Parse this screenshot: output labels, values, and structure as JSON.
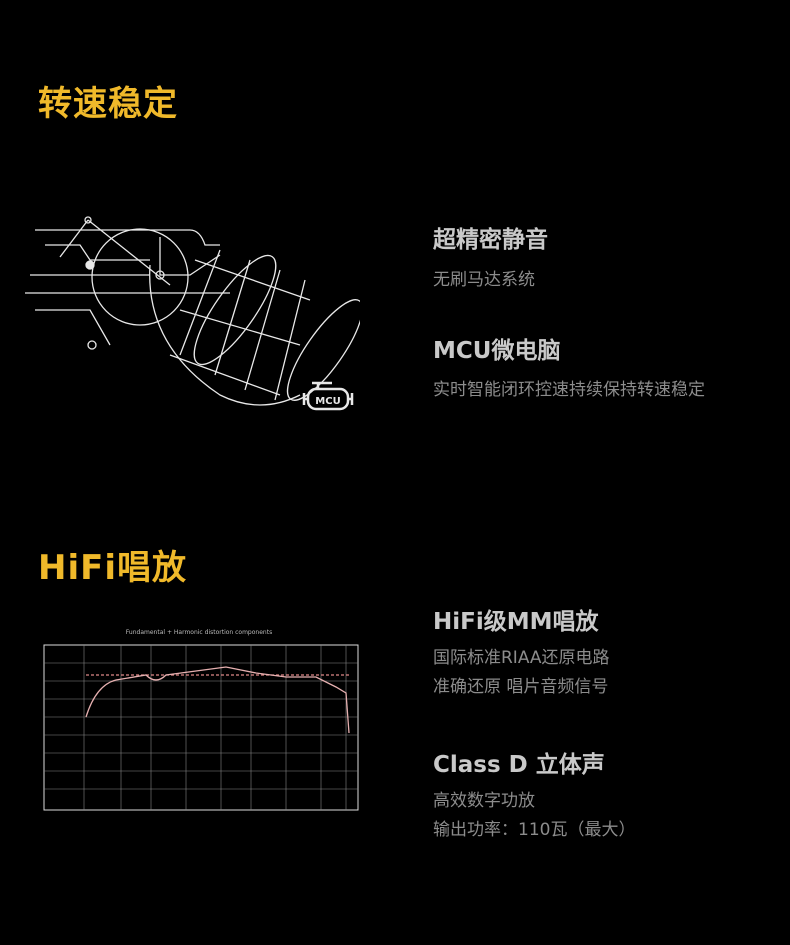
{
  "section1": {
    "title": "转速稳定",
    "features": [
      {
        "title": "超精密静音",
        "lines": [
          "无刷马达系统"
        ]
      },
      {
        "title": "MCU微电脑",
        "lines": [
          "实时智能闭环控速持续保持转速稳定"
        ]
      }
    ],
    "illustration": {
      "icon": "motor-schematic-illustration",
      "badge": "MCU"
    }
  },
  "section2": {
    "title": "HiFi唱放",
    "features": [
      {
        "title": "HiFi级MM唱放",
        "lines": [
          "国际标准RIAA还原电路",
          "准确还原 唱片音频信号"
        ]
      },
      {
        "title": "Class D 立体声",
        "lines": [
          "高效数字功放",
          "输出功率：110瓦（最大）"
        ]
      }
    ],
    "illustration": {
      "icon": "frequency-response-chart-image",
      "title": "Fundamental + Harmonic distortion components"
    }
  },
  "colors": {
    "accent": "#f0b92a",
    "title": "#c9c9c9",
    "desc": "#8c8c8c",
    "background": "#000000"
  }
}
